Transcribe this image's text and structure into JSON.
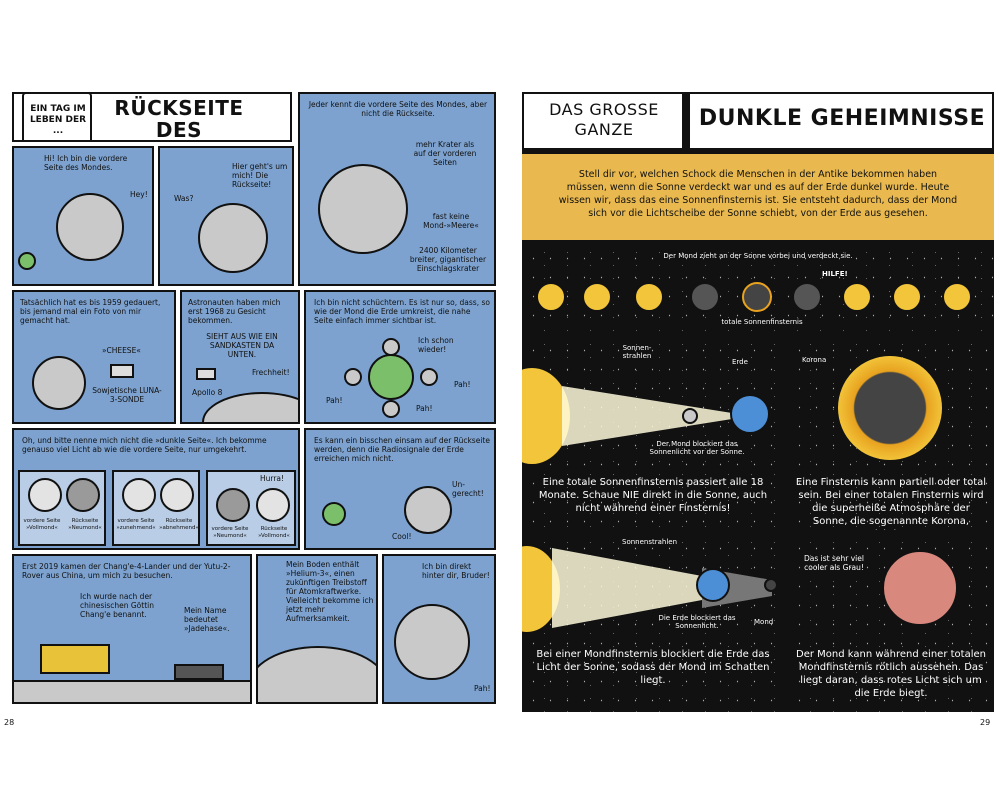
{
  "left": {
    "badge": "EIN TAG IM LEBEN DER ...",
    "title": "RÜCKSEITE DES MONDES",
    "p1_speech": "Hi! Ich bin die vordere Seite des Mondes.",
    "p1_hey": "Hey!",
    "p2_speech": "Hier geht's um mich! Die Rückseite!",
    "p2_was": "Was?",
    "p3_text": "Jeder kennt die vordere Seite des Mondes, aber nicht die Rückseite.",
    "p3_label1": "mehr Krater als auf der vorderen Seiten",
    "p3_label2": "fast keine Mond-»Meere«",
    "p3_label3": "2400 Kilometer breiter, gigantischer Einschlagskrater",
    "p4_text": "Tatsächlich hat es bis 1959 gedauert, bis jemand mal ein Foto von mir gemacht hat.",
    "p4_cheese": "»CHEESE«",
    "p4_probe": "Sowjetische LUNA-3-SONDE",
    "p5_text": "Astronauten haben mich erst 1968 zu Gesicht bekommen.",
    "p5_speech": "SIEHT AUS WIE EIN SANDKASTEN DA UNTEN.",
    "p5_frech": "Frechheit!",
    "p5_apollo": "Apollo 8",
    "p6_text": "Ich bin nicht schüchtern. Es ist nur so, dass, so wie der Mond die Erde umkreist, die nahe Seite einfach immer sichtbar ist.",
    "p6_schon": "Ich schon wieder!",
    "p6_pah1": "Pah!",
    "p6_pah2": "Pah!",
    "p6_pah3": "Pah!",
    "p7_text": "Oh, und bitte nenne mich nicht die »dunkle Seite«. Ich bekomme genauso viel Licht ab wie die vordere Seite, nur umgekehrt.",
    "p7_hurra": "Hurra!",
    "p7_phases": [
      {
        "a": "vordere Seite »Vollmond«",
        "b": "Rückseite »Neumond«"
      },
      {
        "a": "vordere Seite »zunehmend«",
        "b": "Rückseite »abnehmend«"
      },
      {
        "a": "vordere Seite »Neumond«",
        "b": "Rückseite »Vollmond«"
      }
    ],
    "p8_text": "Es kann ein bisschen einsam auf der Rückseite werden, denn die Radiosignale der Erde erreichen mich nicht.",
    "p8_ungerecht": "Un- gerecht!",
    "p8_cool": "Cool!",
    "p9_text": "Erst 2019 kamen der Chang'e-4-Lander und der Yutu-2-Rover aus China, um mich zu besuchen.",
    "p9_speech1": "Ich wurde nach der chinesischen Göttin Chang'e benannt.",
    "p9_speech2": "Mein Name bedeutet »Jadehase«.",
    "p10_text": "Mein Boden enthält »Helium-3«, einen zukünftigen Treibstoff für Atomkraftwerke. Vielleicht bekomme ich jetzt mehr Aufmerksamkeit.",
    "p11_text": "Ich bin direkt hinter dir, Bruder!",
    "p11_pah": "Pah!",
    "page_number": "28"
  },
  "right": {
    "header_left": "DAS GROSSE GANZE",
    "header_title": "DUNKLE GEHEIMNISSE",
    "intro": "Stell dir vor, welchen Schock die Menschen in der Antike bekommen haben müssen, wenn die Sonne verdeckt war und es auf der Erde dunkel wurde. Heute wissen wir, dass das eine Sonnenfinsternis ist. Sie entsteht dadurch, dass der Mond sich vor die Lichtscheibe der Sonne schiebt, von der Erde aus gesehen.",
    "strip_caption": "Der Mond zieht an der Sonne vorbei und verdeckt sie.",
    "strip_hilfe": "HILFE!",
    "strip_total": "totale Sonnenfinsternis",
    "solar_rays": "Sonnen- strahlen",
    "solar_earth": "Erde",
    "solar_moon": "Der Mond blockiert das Sonnenlicht vor der Sonne.",
    "solar_text": "Eine totale Sonnenfinsternis passiert alle 18 Monate. Schaue NIE direkt in die Sonne, auch nicht während einer Finsternis!",
    "corona_label": "Korona",
    "corona_text": "Eine Finsternis kann partiell oder total sein. Bei einer totalen Finsternis wird die superheiße Atmosphäre der Sonne, die sogenannte Korona, sichtbar.",
    "lunar_rays": "Sonnenstrahlen",
    "lunar_earth": "Die Erde blockiert das Sonnenlicht.",
    "lunar_moon": "Mond",
    "lunar_text": "Bei einer Mondfinsternis blockiert die Erde das Licht der Sonne, sodass der Mond im Schatten liegt.",
    "red_speech": "Das ist sehr viel cooler als Grau!",
    "red_text": "Der Mond kann während einer totalen Mondfinsternis rötlich aussehen. Das liegt daran, dass rotes Licht sich um die Erde biegt.",
    "page_number": "29"
  },
  "colors": {
    "panel_blue": "#7da2cf",
    "intro_gold": "#e9b94f",
    "sun_yellow": "#f2c53a",
    "corona_orange": "#e8a21f",
    "red_moon": "#d9887e"
  }
}
